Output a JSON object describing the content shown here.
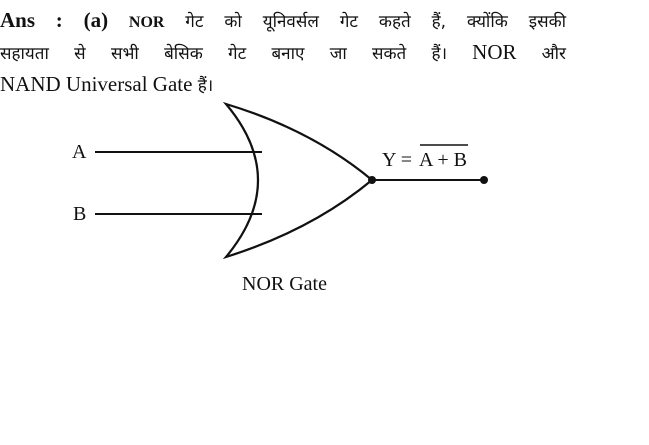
{
  "answer": {
    "prefix": "Ans :",
    "option": "(a)",
    "line1_nor": "NOR",
    "line1_rest": "गेट को यूनिवर्सल गेट कहते हैं, क्योंकि इसकी",
    "line2": "सहायता से सभी बेसिक गेट बनाए जा सकते हैं।",
    "line2_nor": "NOR",
    "line2_tail": "और",
    "line3_en": "NAND Universal Gate",
    "line3_hi": "हैं।"
  },
  "diagram": {
    "input_a": "A",
    "input_b": "B",
    "output_lhs": "Y =",
    "output_rhs": "A + B",
    "caption": "NOR Gate"
  }
}
